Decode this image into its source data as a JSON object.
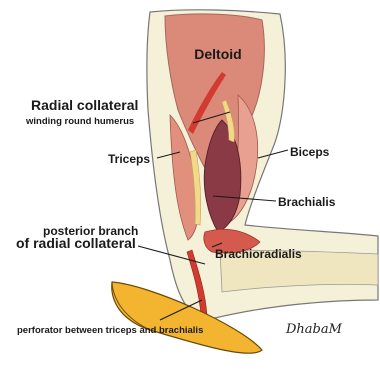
{
  "labels": {
    "deltoid": "Deltoid",
    "radial_collateral": "Radial collateral",
    "winding": "winding round humerus",
    "triceps": "Triceps",
    "biceps": "Biceps",
    "brachialis": "Brachialis",
    "posterior_branch_1": "posterior branch",
    "posterior_branch_2": "of radial collateral",
    "brachioradialis": "Brachioradialis",
    "perforator": "perforator between triceps and brachialis"
  },
  "signature": "DhabaM"
}
